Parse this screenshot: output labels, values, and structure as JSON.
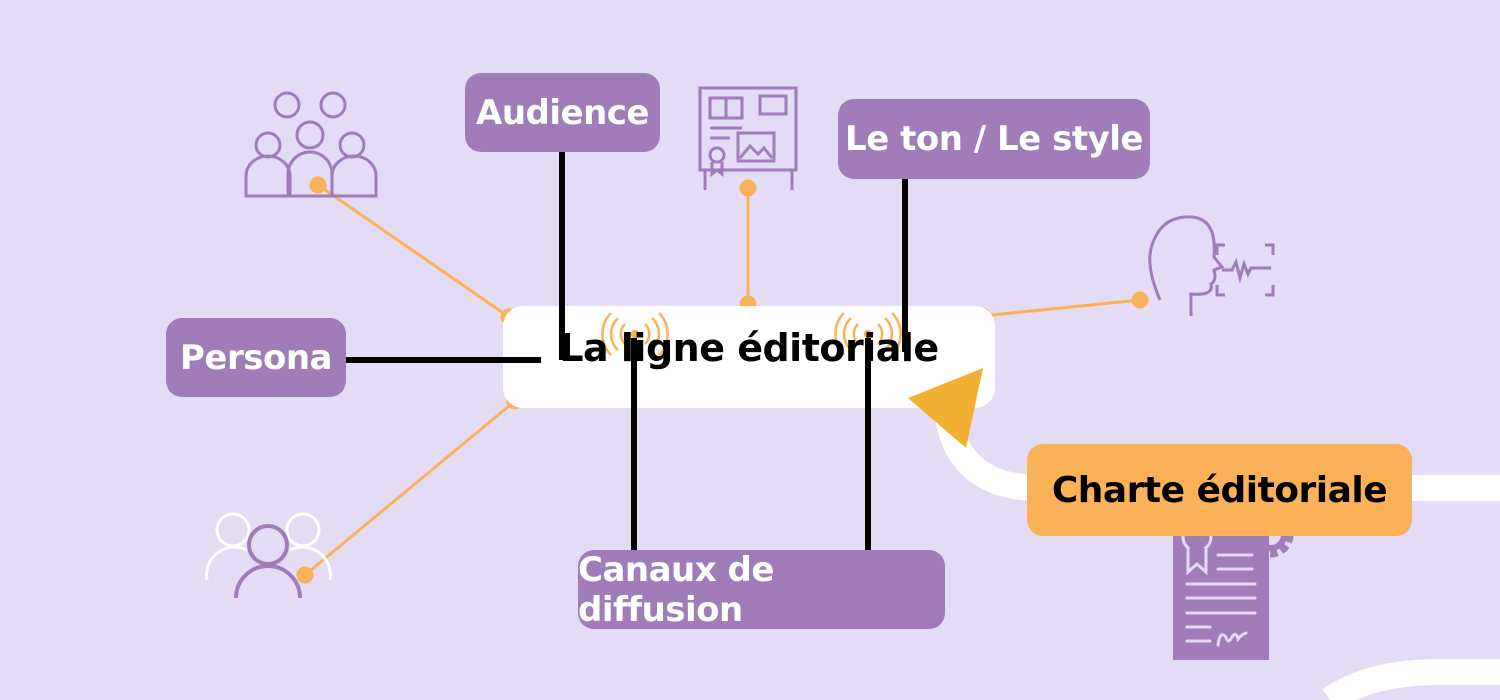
{
  "diagram": {
    "central_title": "La ligne éditoriale",
    "nodes": {
      "audience": "Audience",
      "tone": "Le ton / Le style",
      "persona": "Persona",
      "channels": "Canaux de diffusion",
      "charter": "Charte éditoriale"
    },
    "icons": [
      "group-of-people-icon",
      "editorial-board-icon",
      "speaking-head-icon",
      "persona-users-icon",
      "certificate-document-icon",
      "broadcast-signal-icon"
    ],
    "colors": {
      "background": "#e4dbf5",
      "node_purple": "#a07db8",
      "accent_orange": "#fbb157",
      "triangle": "#f0b034",
      "connector": "#000000"
    }
  }
}
